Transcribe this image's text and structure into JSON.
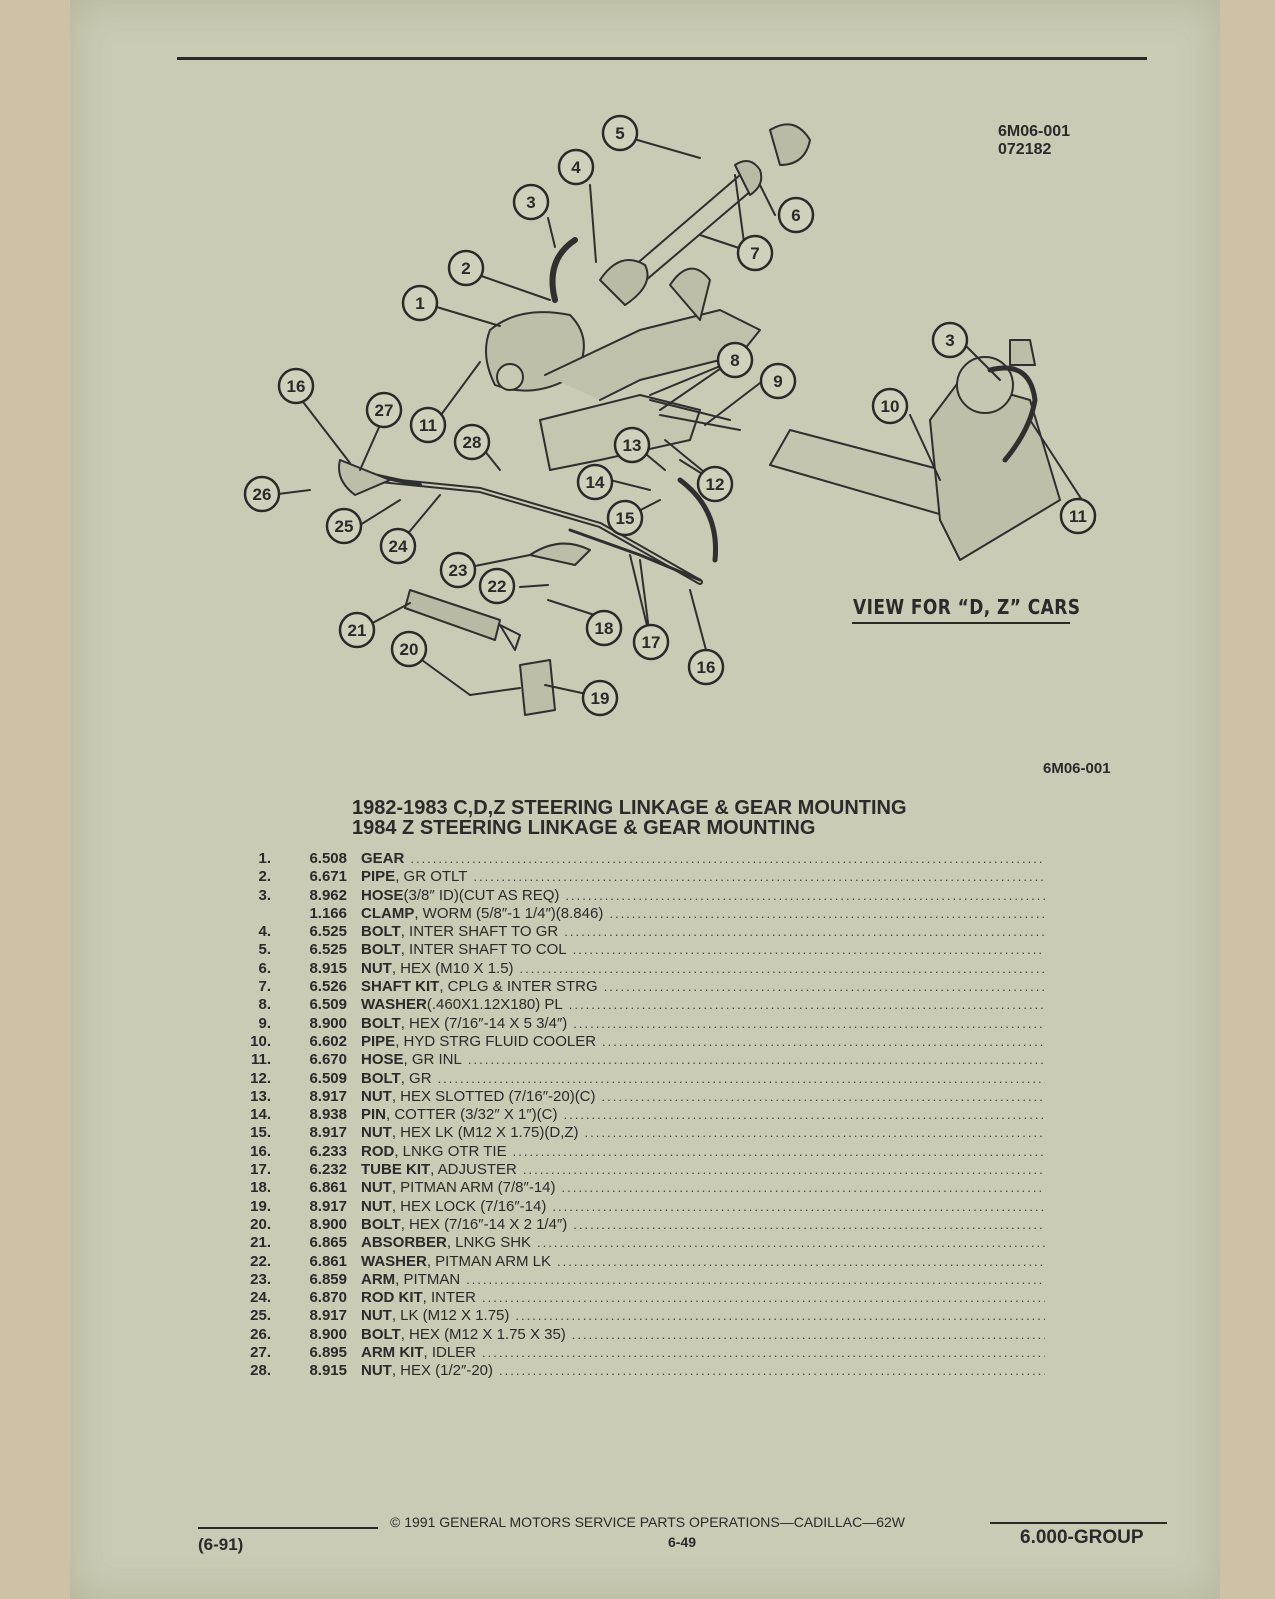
{
  "header": {
    "diagram_code": "6M06-001",
    "diagram_date": "072182"
  },
  "figure": {
    "callouts": [
      "5",
      "4",
      "3",
      "6",
      "7",
      "2",
      "1",
      "8",
      "9",
      "16",
      "27",
      "11",
      "28",
      "13",
      "12",
      "26",
      "14",
      "25",
      "15",
      "24",
      "23",
      "22",
      "18",
      "21",
      "17",
      "20",
      "16",
      "19",
      "3",
      "10",
      "11"
    ],
    "view_label": "VIEW FOR “D, Z” CARS",
    "figure_code": "6M06-001"
  },
  "title": {
    "line1": "1982-1983 C,D,Z STEERING LINKAGE & GEAR MOUNTING",
    "line2": "1984 Z STEERING LINKAGE & GEAR MOUNTING"
  },
  "parts": [
    {
      "num": "1.",
      "code": "6.508",
      "name": "GEAR",
      "desc": ""
    },
    {
      "num": "2.",
      "code": "6.671",
      "name": "PIPE",
      "desc": ", GR OTLT"
    },
    {
      "num": "3.",
      "code": "8.962",
      "name": "HOSE",
      "desc": "(3/8″ ID)(CUT AS REQ)"
    },
    {
      "num": "",
      "code": "1.166",
      "name": "CLAMP",
      "desc": ", WORM (5/8″-1 1/4″)(8.846)"
    },
    {
      "num": "4.",
      "code": "6.525",
      "name": "BOLT",
      "desc": ", INTER SHAFT TO GR"
    },
    {
      "num": "5.",
      "code": "6.525",
      "name": "BOLT",
      "desc": ", INTER SHAFT TO COL"
    },
    {
      "num": "6.",
      "code": "8.915",
      "name": "NUT",
      "desc": ", HEX (M10 X 1.5)"
    },
    {
      "num": "7.",
      "code": "6.526",
      "name": "SHAFT KIT",
      "desc": ", CPLG & INTER STRG"
    },
    {
      "num": "8.",
      "code": "6.509",
      "name": "WASHER",
      "desc": "(.460X1.12X180) PL"
    },
    {
      "num": "9.",
      "code": "8.900",
      "name": "BOLT",
      "desc": ", HEX (7/16″-14 X 5 3/4″)"
    },
    {
      "num": "10.",
      "code": "6.602",
      "name": "PIPE",
      "desc": ", HYD STRG FLUID COOLER"
    },
    {
      "num": "11.",
      "code": "6.670",
      "name": "HOSE",
      "desc": ", GR INL"
    },
    {
      "num": "12.",
      "code": "6.509",
      "name": "BOLT",
      "desc": ", GR"
    },
    {
      "num": "13.",
      "code": "8.917",
      "name": "NUT",
      "desc": ", HEX SLOTTED (7/16″-20)(C)"
    },
    {
      "num": "14.",
      "code": "8.938",
      "name": "PIN",
      "desc": ", COTTER (3/32″ X 1″)(C)"
    },
    {
      "num": "15.",
      "code": "8.917",
      "name": "NUT",
      "desc": ", HEX LK (M12 X 1.75)(D,Z)"
    },
    {
      "num": "16.",
      "code": "6.233",
      "name": "ROD",
      "desc": ", LNKG OTR TIE"
    },
    {
      "num": "17.",
      "code": "6.232",
      "name": "TUBE KIT",
      "desc": ", ADJUSTER"
    },
    {
      "num": "18.",
      "code": "6.861",
      "name": "NUT",
      "desc": ", PITMAN ARM (7/8″-14)"
    },
    {
      "num": "19.",
      "code": "8.917",
      "name": "NUT",
      "desc": ", HEX LOCK (7/16″-14)"
    },
    {
      "num": "20.",
      "code": "8.900",
      "name": "BOLT",
      "desc": ", HEX (7/16″-14 X 2 1/4″)"
    },
    {
      "num": "21.",
      "code": "6.865",
      "name": "ABSORBER",
      "desc": ", LNKG SHK"
    },
    {
      "num": "22.",
      "code": "6.861",
      "name": "WASHER",
      "desc": ", PITMAN ARM LK"
    },
    {
      "num": "23.",
      "code": "6.859",
      "name": "ARM",
      "desc": ", PITMAN"
    },
    {
      "num": "24.",
      "code": "6.870",
      "name": "ROD KIT",
      "desc": ", INTER"
    },
    {
      "num": "25.",
      "code": "8.917",
      "name": "NUT",
      "desc": ", LK (M12 X 1.75)"
    },
    {
      "num": "26.",
      "code": "8.900",
      "name": "BOLT",
      "desc": ", HEX (M12 X 1.75 X 35)"
    },
    {
      "num": "27.",
      "code": "6.895",
      "name": "ARM KIT",
      "desc": ", IDLER"
    },
    {
      "num": "28.",
      "code": "8.915",
      "name": "NUT",
      "desc": ", HEX (1/2″-20)"
    }
  ],
  "footer": {
    "copyright": "©  1991  GENERAL MOTORS SERVICE PARTS OPERATIONS—CADILLAC—62W",
    "date_code": "(6-91)",
    "page_number": "6-49",
    "group": "6.000-GROUP"
  }
}
